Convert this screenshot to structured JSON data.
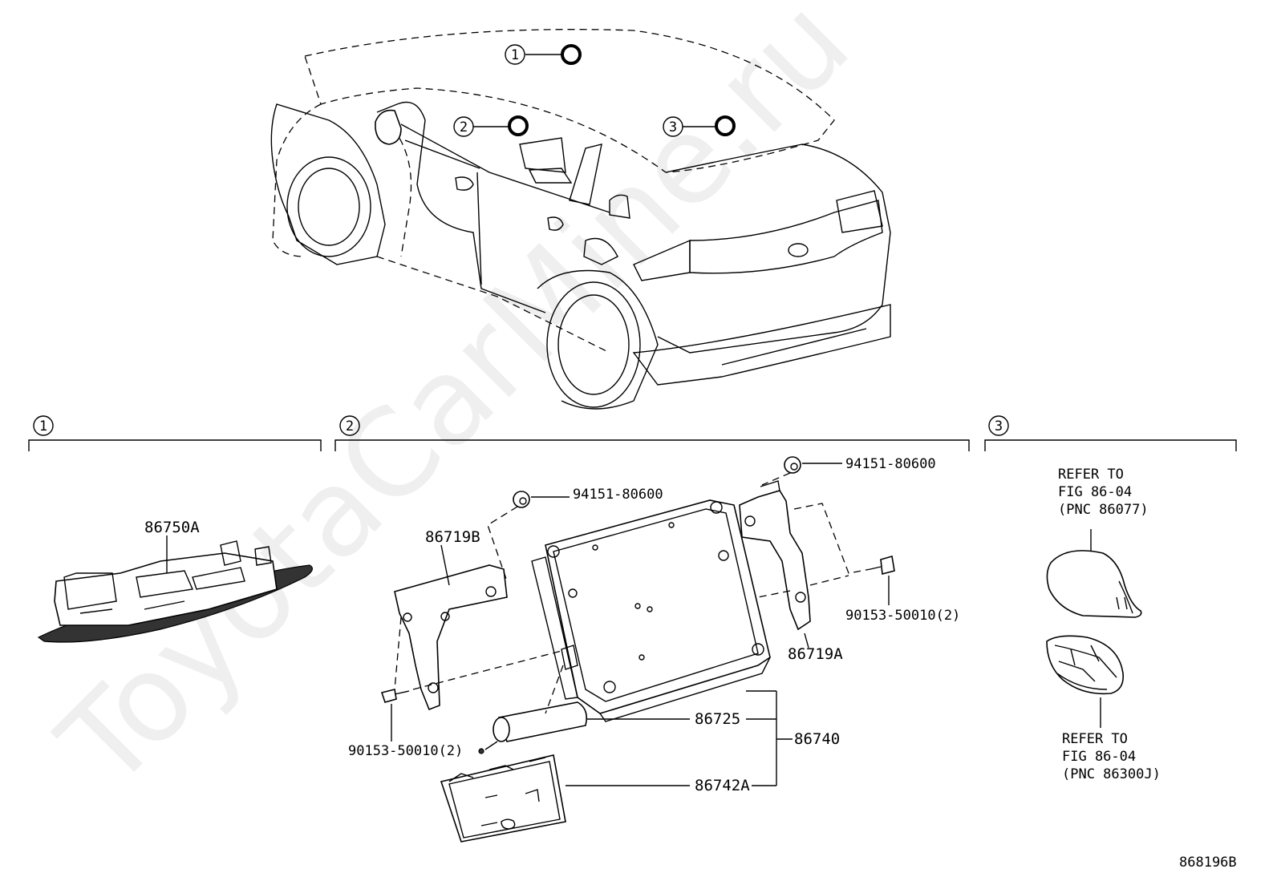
{
  "watermark": "ToyotaCarMine.ru",
  "diagram_id": "868196B",
  "callouts": {
    "c1": "1",
    "c2": "2",
    "c3": "3"
  },
  "sections": [
    {
      "number": "1"
    },
    {
      "number": "2"
    },
    {
      "number": "3"
    }
  ],
  "parts": {
    "p86750A": "86750A",
    "p86719B": "86719B",
    "p86719A": "86719A",
    "p94151_left": "94151-80600",
    "p94151_right": "94151-80600",
    "p90153_left": "90153-50010(2)",
    "p90153_right": "90153-50010(2)",
    "p86725": "86725",
    "p86740": "86740",
    "p86742A": "86742A"
  },
  "refer_top": [
    "REFER TO",
    "FIG 86-04",
    "(PNC 86077)"
  ],
  "refer_bottom": [
    "REFER TO",
    "FIG 86-04",
    "(PNC 86300J)"
  ]
}
